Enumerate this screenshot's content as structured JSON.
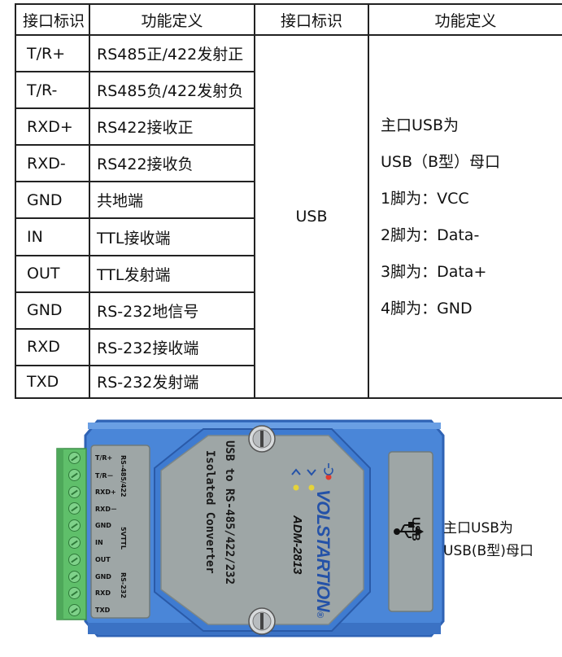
{
  "table": {
    "headers": [
      "接口标识",
      "功能定义",
      "接口标识",
      "功能定义"
    ],
    "rows": [
      {
        "pin": "T/R+",
        "func": "RS485正/422发射正"
      },
      {
        "pin": "T/R-",
        "func": "RS485负/422发射负"
      },
      {
        "pin": "RXD+",
        "func": "RS422接收正"
      },
      {
        "pin": "RXD-",
        "func": "RS422接收负"
      },
      {
        "pin": "GND",
        "func": "共地端"
      },
      {
        "pin": "IN",
        "func": "TTL接收端"
      },
      {
        "pin": "OUT",
        "func": "TTL发射端"
      },
      {
        "pin": "GND",
        "func": "RS-232地信号"
      },
      {
        "pin": "RXD",
        "func": "RS-232接收端"
      },
      {
        "pin": "TXD",
        "func": "RS-232发射端"
      }
    ],
    "usb_pin": "USB",
    "usb_desc": [
      "主口USB为",
      "USB（B型）母口",
      "1脚为：VCC",
      "2脚为：Data-",
      "3脚为：Data+",
      "4脚为：GND"
    ]
  },
  "device": {
    "terminal_labels": [
      "T/R+",
      "T/R－",
      "RXD+",
      "RXD－",
      "GND",
      "IN",
      "OUT",
      "GND",
      "RXD",
      "TXD"
    ],
    "group_labels": [
      "RS-485/422",
      "5VTTL",
      "RS-232"
    ],
    "title_line1": "USB to RS-485/422/232",
    "title_line2": "Isolated Converter",
    "brand": "VOLSTARTION",
    "registered": "®",
    "model": "ADM-2813",
    "usb_port_label": "USB",
    "led_icons": [
      "power-icon",
      "tx-arrow-icon",
      "rx-arrow-icon"
    ],
    "colors": {
      "case_blue": "#4a86d8",
      "case_dark": "#2f63b5",
      "panel_gray": "#9ea6a6",
      "terminal_green": "#5fbf6a",
      "brand_blue": "#2452a8"
    }
  },
  "side_note": {
    "line1": "主口USB为",
    "line2": "USB(B型)母口"
  }
}
